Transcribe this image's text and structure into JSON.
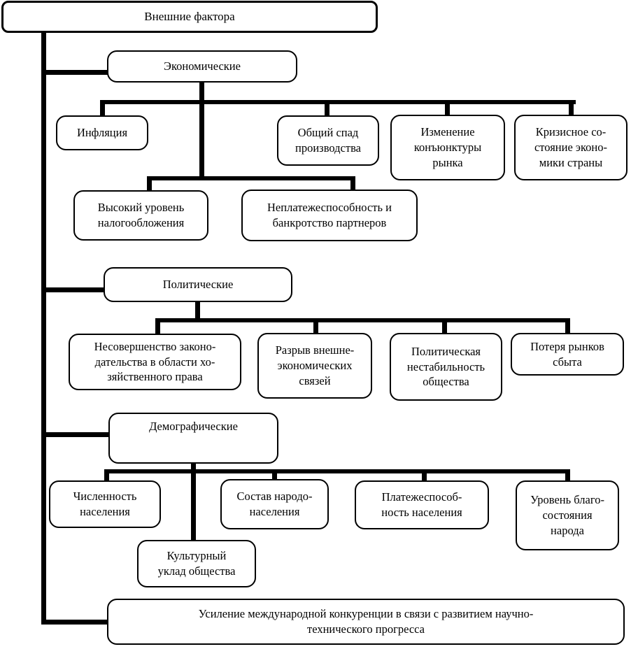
{
  "diagram_title": "Внешние фактора",
  "colors": {
    "line": "#000000",
    "box_border": "#000000",
    "box_fill": "#ffffff",
    "background": "#ffffff"
  },
  "nodes": {
    "root": {
      "label": "Внешние фактора"
    },
    "economic": {
      "label": "Экономические"
    },
    "inflation": {
      "label": "Инфляция"
    },
    "production_decline": {
      "label": "Общий спад\nпроизводства"
    },
    "market_conjuncture": {
      "label": "Изменение\nконъюнктуры\nрынка"
    },
    "economy_crisis": {
      "label": "Кризисное со-\nстояние эконо-\nмики страны"
    },
    "high_taxes": {
      "label": "Высокий уровень\nналогообложения"
    },
    "partners_insolvency": {
      "label": "Неплатежеспособность и\nбанкротство партнеров"
    },
    "political": {
      "label": "Политические"
    },
    "imperfect_legislation": {
      "label": "Несовершенство законо-\nдательства в области хо-\nзяйственного права"
    },
    "broken_economic_ties": {
      "label": "Разрыв внешне-\nэкономических\nсвязей"
    },
    "political_instability": {
      "label": "Политическая\nнестабильность\nобщества"
    },
    "loss_of_markets": {
      "label": "Потеря рынков\nсбыта"
    },
    "demographic": {
      "label": "Демографические"
    },
    "population_size": {
      "label": "Численность\nнаселения"
    },
    "population_composition": {
      "label": "Состав народо-\nнаселения"
    },
    "population_solvency": {
      "label": "Платежеспособ-\nность населения"
    },
    "welfare_level": {
      "label": "Уровень благо-\nсостояния\nнарода"
    },
    "cultural_structure": {
      "label": "Культурный\nуклад общества"
    },
    "international_competition": {
      "label": "Усиление международной конкуренции в связи с развитием научно-\nтехнического прогресса"
    }
  }
}
